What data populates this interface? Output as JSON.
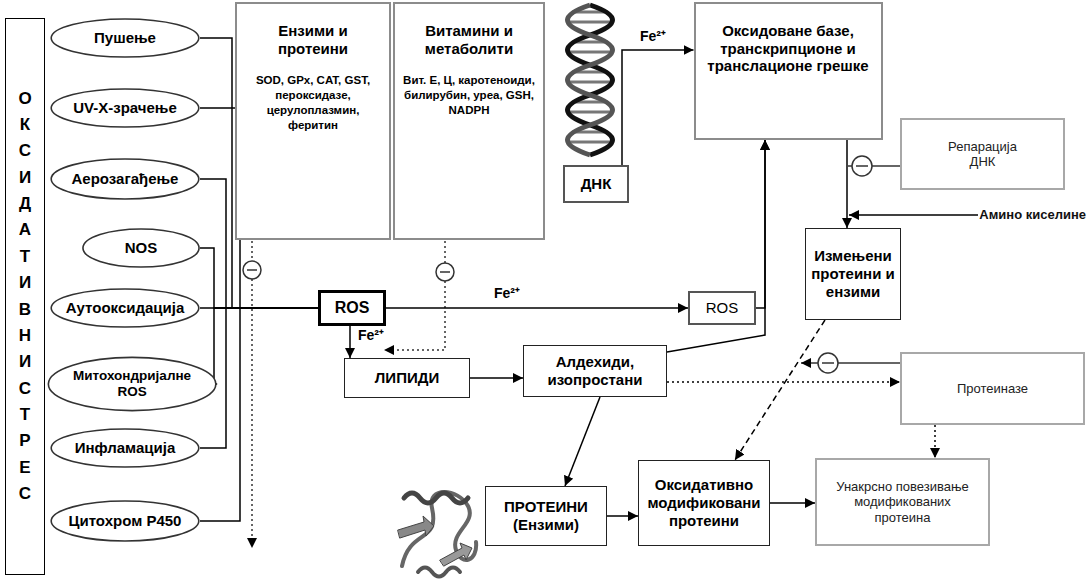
{
  "diagram": {
    "nodes": [
      {
        "text": [
          "ОКСИДАТИВНИ СТРЕС"
        ]
      },
      {
        "text": [
          "Пушење"
        ]
      },
      {
        "text": [
          "UV-X-зрачење"
        ]
      },
      {
        "text": [
          "Аерозагађење"
        ]
      },
      {
        "text": [
          "NOS"
        ]
      },
      {
        "text": [
          "Аутооксидација"
        ]
      },
      {
        "text": [
          "Митохондријалне ROS"
        ]
      },
      {
        "text": [
          "Инфламација"
        ]
      },
      {
        "text": [
          "Цитохром P450"
        ]
      },
      {
        "text": [
          "Ензими и протеини",
          "SOD, GPx, CAT, GST, пероксидазе, церулоплазмин, феритин"
        ]
      },
      {
        "text": [
          "Витамини и метаболити",
          "Вит. Е, Ц, каротеноиди, билирубин, уреа, GSH, NADPH"
        ]
      },
      {
        "text": [
          "ДНК"
        ]
      },
      {
        "text": [
          "Оксидоване базе, транскрипционе и транслационе грешке"
        ]
      },
      {
        "text": [
          "Репарација ДНК"
        ]
      },
      {
        "text": [
          "ROS"
        ]
      },
      {
        "text": [
          "ROS"
        ]
      },
      {
        "text": [
          "Измењени протеини и ензими"
        ]
      },
      {
        "text": [
          "ЛИПИДИ"
        ]
      },
      {
        "text": [
          "Алдехиди, изопростани"
        ]
      },
      {
        "text": [
          "Протеиназе"
        ]
      },
      {
        "text": [
          "ПРОТЕИНИ (Ензими)"
        ]
      },
      {
        "text": [
          "Оксидативно модификовани протеини"
        ]
      },
      {
        "text": [
          "Унакрсно повезивање модификованих протеина"
        ]
      }
    ],
    "edges": [
      {
        "from": 1,
        "to": 14,
        "arrow": "none"
      },
      {
        "from": 2,
        "to": 14,
        "arrow": "none"
      },
      {
        "from": 3,
        "to": 14,
        "arrow": "none"
      },
      {
        "from": 4,
        "to": 14,
        "arrow": "none"
      },
      {
        "from": 5,
        "to": 14,
        "arrow": "none"
      },
      {
        "from": 6,
        "to": 14,
        "arrow": "none"
      },
      {
        "from": 7,
        "to": 14,
        "arrow": "none"
      },
      {
        "from": 8,
        "to": 14,
        "arrow": "none"
      },
      {
        "from": 14,
        "to": 15,
        "arrow": "to",
        "label": "Fe²⁺"
      },
      {
        "from": 14,
        "to": 17,
        "arrow": "to",
        "label": "Fe²⁺"
      },
      {
        "from": 17,
        "to": 18,
        "arrow": "to"
      },
      {
        "from": 18,
        "to": 12,
        "arrow": "to"
      },
      {
        "from": 18,
        "to": 19,
        "arrow": "to"
      },
      {
        "from": 18,
        "to": 20,
        "arrow": "to"
      },
      {
        "from": 15,
        "to": 12,
        "arrow": "to"
      },
      {
        "from": 11,
        "to": 12,
        "arrow": "to",
        "label": "Fe²⁺"
      },
      {
        "from": 12,
        "to": 16,
        "arrow": "to"
      },
      {
        "from": 16,
        "to": 21,
        "arrow": "to"
      },
      {
        "from": 19,
        "to": 22,
        "arrow": "to"
      },
      {
        "from": 20,
        "to": 21,
        "arrow": "to"
      },
      {
        "from": 21,
        "to": 22,
        "arrow": "to"
      }
    ],
    "labels": [
      "Амино киселине"
    ]
  }
}
